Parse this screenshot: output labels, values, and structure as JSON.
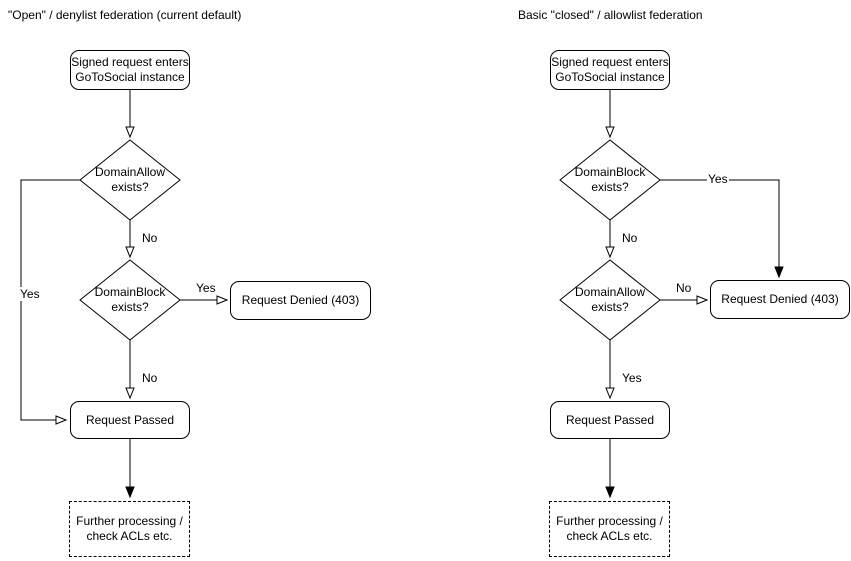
{
  "colors": {
    "stroke": "#000000",
    "background": "#ffffff",
    "shape_fill": "#ffffff"
  },
  "columns": {
    "left": {
      "title": "\"Open\" / denylist federation (current default)",
      "start": "Signed request enters\nGoToSocial instance",
      "decision1": "DomainAllow\nexists?",
      "decision1_no_label": "No",
      "decision1_yes_label": "Yes",
      "decision2": "DomainBlock\nexists?",
      "decision2_yes_label": "Yes",
      "decision2_no_label": "No",
      "denied": "Request Denied (403)",
      "passed": "Request Passed",
      "further": "Further processing /\ncheck ACLs etc."
    },
    "right": {
      "title": "Basic \"closed\" / allowlist federation",
      "start": "Signed request enters\nGoToSocial instance",
      "decision1": "DomainBlock\nexists?",
      "decision1_yes_label": "Yes",
      "decision1_no_label": "No",
      "decision2": "DomainAllow\nexists?",
      "decision2_no_label": "No",
      "decision2_yes_label": "Yes",
      "denied": "Request Denied (403)",
      "passed": "Request Passed",
      "further": "Further processing /\ncheck ACLs etc."
    }
  }
}
